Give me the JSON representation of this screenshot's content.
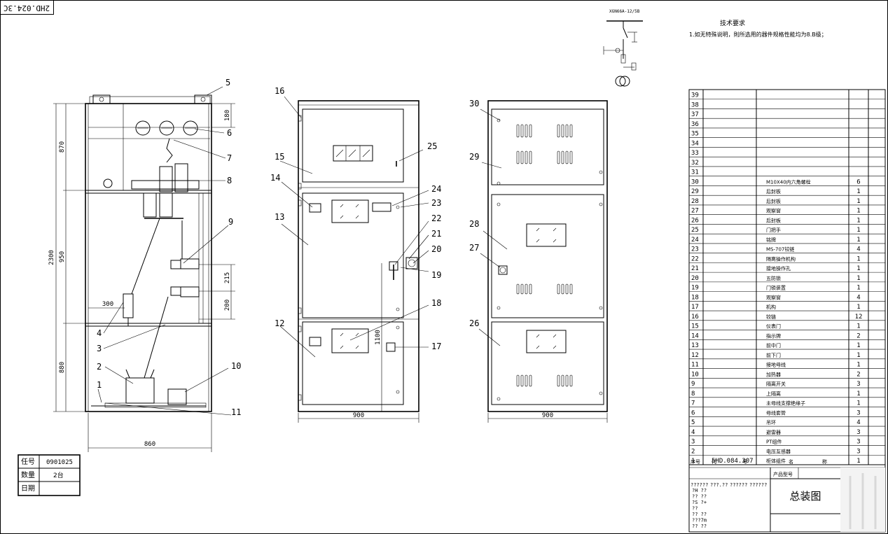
{
  "drawing_number": "2HD.024.3C",
  "tech": {
    "diagram_label": "XGN66A-12/5B",
    "title": "技术要求",
    "line1": "1.如无特殊说明，則所选用的器件规格性能均为8.B级；"
  },
  "dimensions": {
    "h_total": "2300",
    "h_top": "870",
    "h_mid": "950",
    "h_bot": "880",
    "h_180": "180",
    "h_215": "215",
    "h_200": "200",
    "w_300": "300",
    "w_side": "860",
    "w_front": "900",
    "w_back": "900",
    "h_1100": "1100"
  },
  "callouts_side": [
    "1",
    "2",
    "3",
    "4",
    "5",
    "6",
    "7",
    "8",
    "9",
    "10",
    "11"
  ],
  "callouts_front": [
    "12",
    "13",
    "14",
    "15",
    "16",
    "17",
    "18",
    "19",
    "20",
    "21",
    "22",
    "23",
    "24",
    "25"
  ],
  "callouts_back": [
    "26",
    "27",
    "28",
    "29",
    "30"
  ],
  "bom_rows": [
    {
      "no": "39",
      "code": "",
      "name": "",
      "qty": ""
    },
    {
      "no": "38",
      "code": "",
      "name": "",
      "qty": ""
    },
    {
      "no": "37",
      "code": "",
      "name": "",
      "qty": ""
    },
    {
      "no": "36",
      "code": "",
      "name": "",
      "qty": ""
    },
    {
      "no": "35",
      "code": "",
      "name": "",
      "qty": ""
    },
    {
      "no": "34",
      "code": "",
      "name": "",
      "qty": ""
    },
    {
      "no": "33",
      "code": "",
      "name": "",
      "qty": ""
    },
    {
      "no": "32",
      "code": "",
      "name": "",
      "qty": ""
    },
    {
      "no": "31",
      "code": "",
      "name": "",
      "qty": ""
    },
    {
      "no": "30",
      "code": "",
      "name": "M10X40内六角螺栓",
      "qty": "6"
    },
    {
      "no": "29",
      "code": "",
      "name": "后封板",
      "qty": "1"
    },
    {
      "no": "28",
      "code": "",
      "name": "后封板",
      "qty": "1"
    },
    {
      "no": "27",
      "code": "",
      "name": "观察窗",
      "qty": "1"
    },
    {
      "no": "26",
      "code": "",
      "name": "后封板",
      "qty": "1"
    },
    {
      "no": "25",
      "code": "",
      "name": "门把手",
      "qty": "1"
    },
    {
      "no": "24",
      "code": "",
      "name": "铭牌",
      "qty": "1"
    },
    {
      "no": "23",
      "code": "",
      "name": "MS-707铰链",
      "qty": "4"
    },
    {
      "no": "22",
      "code": "",
      "name": "隔离操作机构",
      "qty": "1"
    },
    {
      "no": "21",
      "code": "",
      "name": "接地操作孔",
      "qty": "1"
    },
    {
      "no": "20",
      "code": "",
      "name": "五防锁",
      "qty": "1"
    },
    {
      "no": "19",
      "code": "",
      "name": "门锁装置",
      "qty": "1"
    },
    {
      "no": "18",
      "code": "",
      "name": "观察窗",
      "qty": "4"
    },
    {
      "no": "17",
      "code": "",
      "name": "机构",
      "qty": "1"
    },
    {
      "no": "16",
      "code": "",
      "name": "铰链",
      "qty": "12"
    },
    {
      "no": "15",
      "code": "",
      "name": "仪表门",
      "qty": "1"
    },
    {
      "no": "14",
      "code": "",
      "name": "指示牌",
      "qty": "2"
    },
    {
      "no": "13",
      "code": "",
      "name": "前中门",
      "qty": "1"
    },
    {
      "no": "12",
      "code": "",
      "name": "前下门",
      "qty": "1"
    },
    {
      "no": "11",
      "code": "",
      "name": "接地母线",
      "qty": "1"
    },
    {
      "no": "10",
      "code": "",
      "name": "加热器",
      "qty": "2"
    },
    {
      "no": "9",
      "code": "",
      "name": "隔离开关",
      "qty": "3"
    },
    {
      "no": "8",
      "code": "",
      "name": "上隔离",
      "qty": "1"
    },
    {
      "no": "7",
      "code": "",
      "name": "主母线支撑绝缘子",
      "qty": "1"
    },
    {
      "no": "6",
      "code": "",
      "name": "母线套管",
      "qty": "3"
    },
    {
      "no": "5",
      "code": "",
      "name": "吊环",
      "qty": "4"
    },
    {
      "no": "4",
      "code": "",
      "name": "避雷器",
      "qty": "3"
    },
    {
      "no": "3",
      "code": "",
      "name": "PT组件",
      "qty": "3"
    },
    {
      "no": "2",
      "code": "",
      "name": "电压互感器",
      "qty": "3"
    },
    {
      "no": "1",
      "code": "5HD.084.307",
      "name": "柜体组件",
      "qty": "1"
    }
  ],
  "bom_header": {
    "no": "序号",
    "code": "代",
    "code2": "号",
    "name": "名",
    "qty": "称"
  },
  "title_block": {
    "product_label": "产品型号",
    "drawing_title": "总装图",
    "garbled": [
      "??????",
      "???.??",
      "??????",
      "??????",
      "?H ??",
      "?? ??",
      "?S ?+",
      "??",
      "?? ??",
      "???7m",
      "?? ??"
    ]
  },
  "order_table": {
    "label_order": "任号",
    "order_no": "0901025",
    "label_qty": "数量",
    "qty": "2台",
    "label_date": "日期",
    "date": ""
  }
}
